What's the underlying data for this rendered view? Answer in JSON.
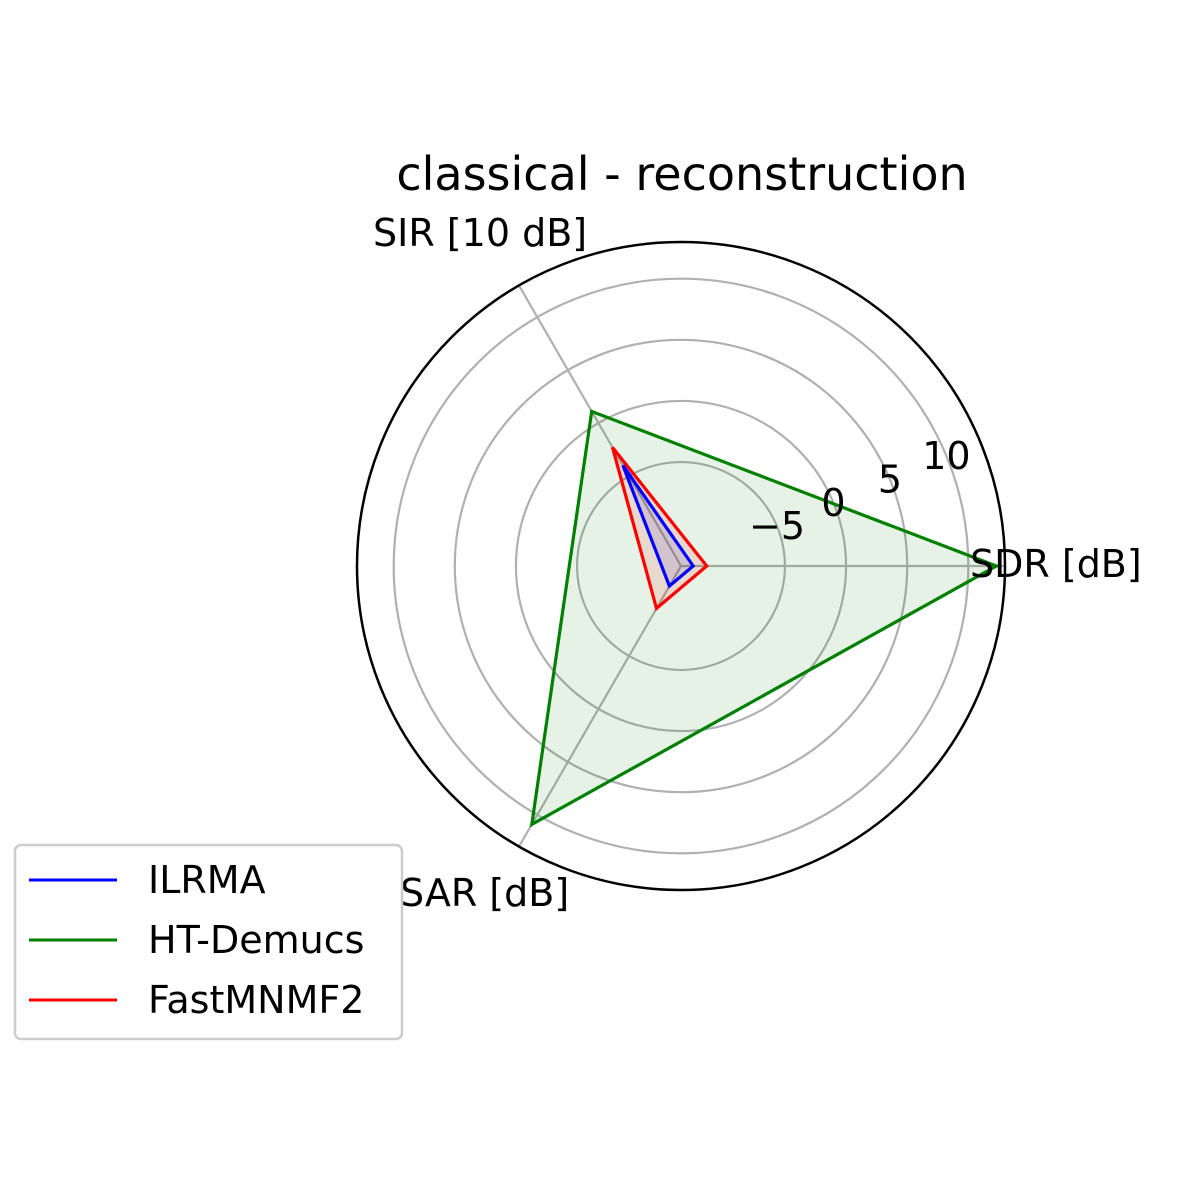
{
  "chart_data": {
    "type": "radar",
    "title": "classical - reconstruction",
    "axes": [
      "SDR [dB]",
      "SIR [10 dB]",
      "SAR [dB]"
    ],
    "radial_ticks": [
      -5,
      0,
      5,
      10
    ],
    "radial_tick_labels": [
      "−5",
      "0",
      "5",
      "10"
    ],
    "rlim": [
      -13.5,
      13
    ],
    "grid": true,
    "legend_position": "lower-left",
    "series": [
      {
        "name": "ILRMA",
        "color": "#0000ff",
        "values": [
          -12.5,
          -4,
          -11.6
        ]
      },
      {
        "name": "HT-Demucs",
        "color": "#008000",
        "values": [
          12.3,
          1.1,
          10.9
        ]
      },
      {
        "name": "FastMNMF2",
        "color": "#ff0000",
        "values": [
          -11.4,
          -2.3,
          -9.5
        ]
      }
    ]
  }
}
